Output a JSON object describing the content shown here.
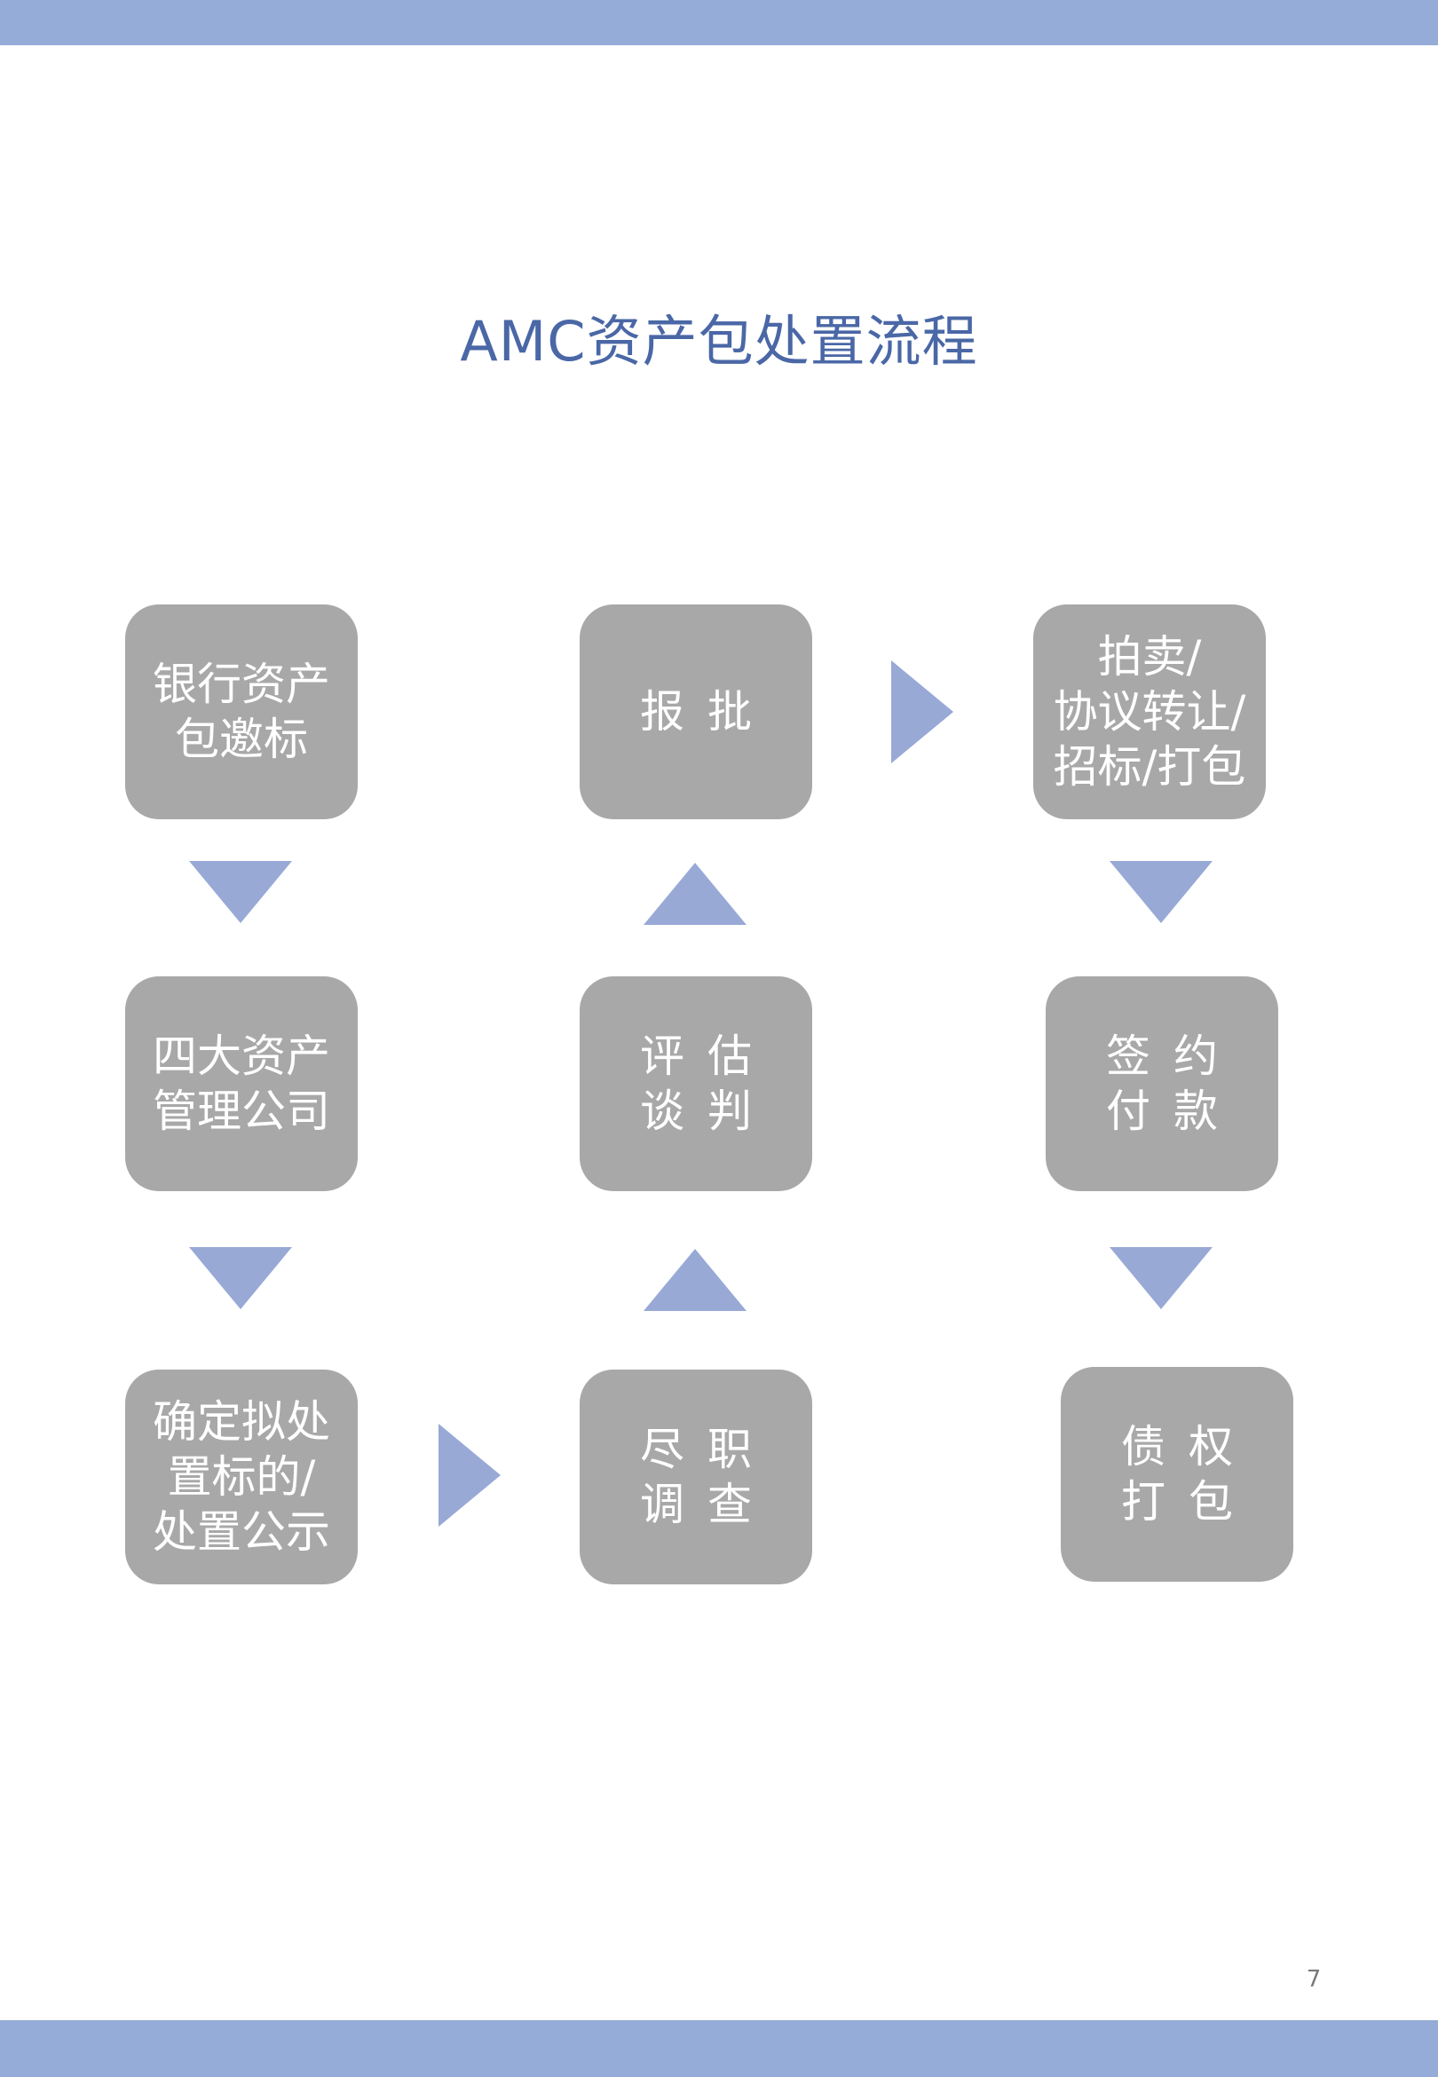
{
  "title": "AMC资产包处置流程",
  "page_number": "7",
  "colors": {
    "band": "#95acd8",
    "title": "#4a67a6",
    "node_fill": "#a8a8a8",
    "node_text": "#ffffff",
    "arrow": "#98a9d6"
  },
  "nodes": {
    "bank_tender": {
      "line1": "银行资产",
      "line2": "包邀标"
    },
    "four_amc": {
      "line1": "四大资产",
      "line2": "管理公司"
    },
    "determine": {
      "line1": "确定拟处",
      "line2": "置标的/",
      "line3": "处置公示"
    },
    "due_diligence": {
      "line1": "尽职",
      "line2": "调查"
    },
    "evaluate": {
      "line1": "评估",
      "line2": "谈判"
    },
    "approval": {
      "line1": "报批"
    },
    "auction": {
      "line1": "拍卖/",
      "line2": "协议转让/",
      "line3": "招标/打包"
    },
    "sign_pay": {
      "line1": "签约",
      "line2": "付款"
    },
    "debt_package": {
      "line1": "债权",
      "line2": "打包"
    }
  },
  "arrows": [
    {
      "from": "bank_tender",
      "to": "four_amc",
      "direction": "down"
    },
    {
      "from": "four_amc",
      "to": "determine",
      "direction": "down"
    },
    {
      "from": "determine",
      "to": "due_diligence",
      "direction": "right"
    },
    {
      "from": "due_diligence",
      "to": "evaluate",
      "direction": "up"
    },
    {
      "from": "evaluate",
      "to": "approval",
      "direction": "up"
    },
    {
      "from": "approval",
      "to": "auction",
      "direction": "right"
    },
    {
      "from": "auction",
      "to": "sign_pay",
      "direction": "down"
    },
    {
      "from": "sign_pay",
      "to": "debt_package",
      "direction": "down"
    }
  ]
}
